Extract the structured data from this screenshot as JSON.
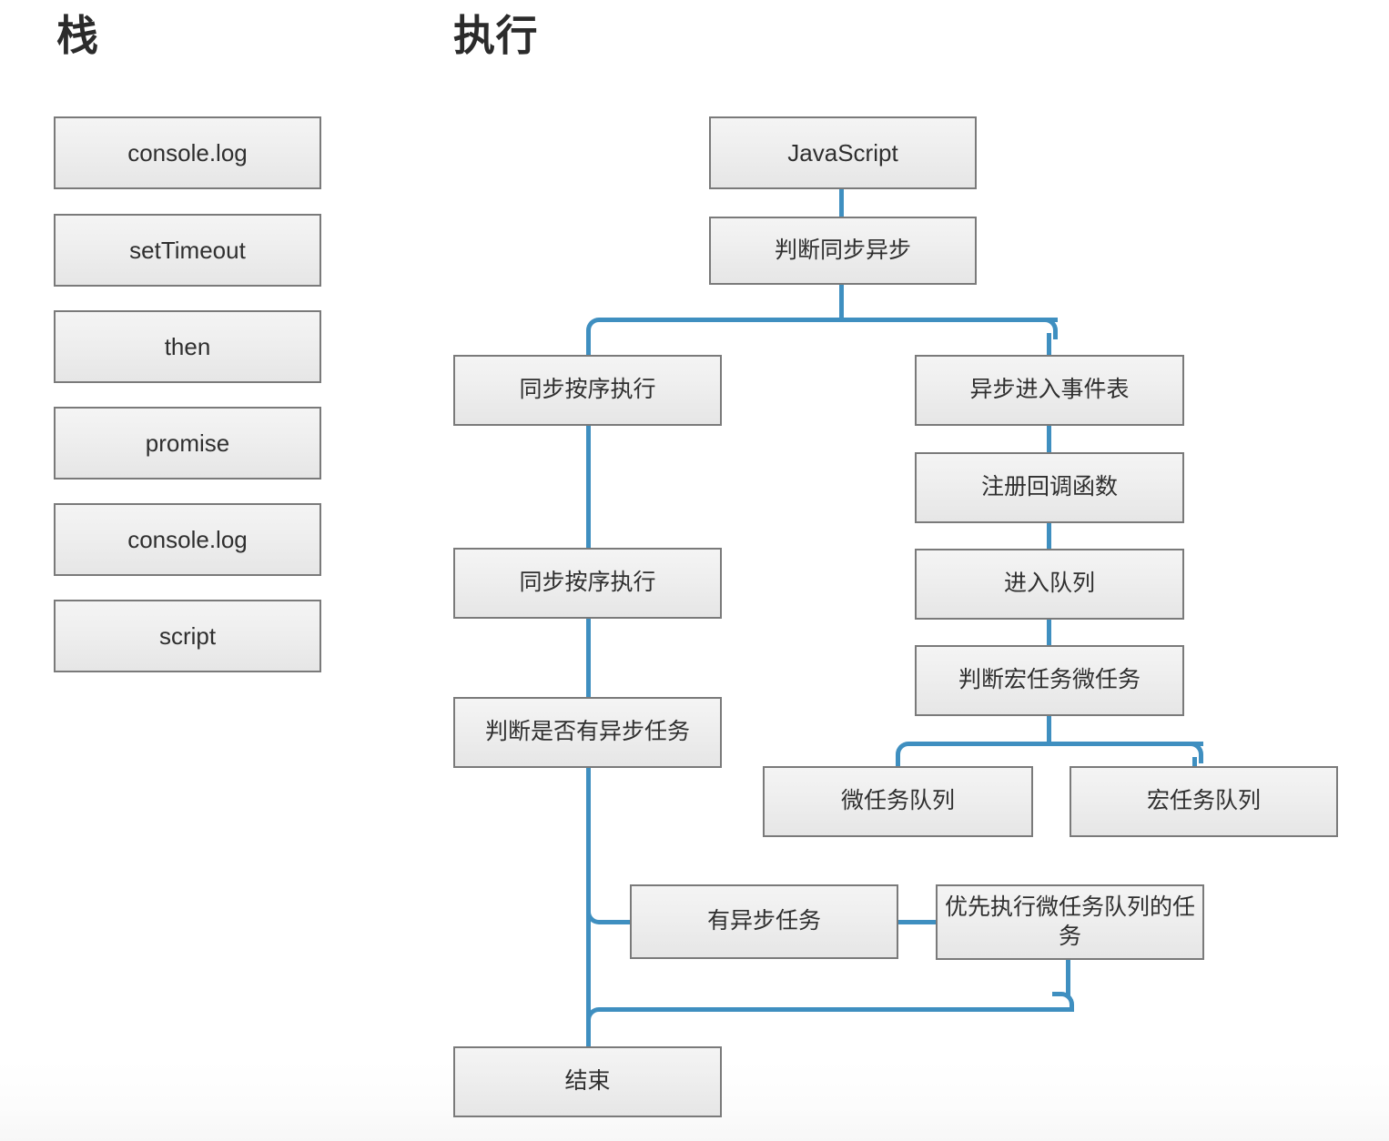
{
  "headings": {
    "stack": "栈",
    "execution": "执行"
  },
  "colors": {
    "connector": "#3f8fc0",
    "box_border": "#7a7a7a",
    "box_fill_top": "#f4f4f4",
    "box_fill_bottom": "#e6e6e6",
    "text": "#2f2f2f",
    "heading": "#2b2b2b",
    "background": "#ffffff"
  },
  "stack": {
    "title": "栈",
    "items": [
      {
        "label": "console.log"
      },
      {
        "label": "setTimeout"
      },
      {
        "label": "then"
      },
      {
        "label": "promise"
      },
      {
        "label": "console.log"
      },
      {
        "label": "script"
      }
    ]
  },
  "flowchart": {
    "title": "执行",
    "nodes": [
      {
        "id": "javascript",
        "label": "JavaScript"
      },
      {
        "id": "judge-sync",
        "label": "判断同步异步"
      },
      {
        "id": "sync-exec-1",
        "label": "同步按序执行"
      },
      {
        "id": "async-event",
        "label": "异步进入事件表"
      },
      {
        "id": "register-cb",
        "label": "注册回调函数"
      },
      {
        "id": "sync-exec-2",
        "label": "同步按序执行"
      },
      {
        "id": "enter-queue",
        "label": "进入队列"
      },
      {
        "id": "judge-task-type",
        "label": "判断宏任务微任务"
      },
      {
        "id": "judge-async",
        "label": "判断是否有异步任务"
      },
      {
        "id": "micro-queue",
        "label": "微任务队列"
      },
      {
        "id": "macro-queue",
        "label": "宏任务队列"
      },
      {
        "id": "has-async",
        "label": "有异步任务"
      },
      {
        "id": "run-micro-first",
        "label": "优先执行微任务队列的任务"
      },
      {
        "id": "end",
        "label": "结束"
      }
    ],
    "edges": [
      {
        "from": "javascript",
        "to": "judge-sync"
      },
      {
        "from": "judge-sync",
        "to": "sync-exec-1"
      },
      {
        "from": "judge-sync",
        "to": "async-event"
      },
      {
        "from": "sync-exec-1",
        "to": "sync-exec-2"
      },
      {
        "from": "sync-exec-2",
        "to": "judge-async"
      },
      {
        "from": "async-event",
        "to": "register-cb"
      },
      {
        "from": "register-cb",
        "to": "enter-queue"
      },
      {
        "from": "enter-queue",
        "to": "judge-task-type"
      },
      {
        "from": "judge-task-type",
        "to": "micro-queue"
      },
      {
        "from": "judge-task-type",
        "to": "macro-queue"
      },
      {
        "from": "judge-async",
        "to": "has-async"
      },
      {
        "from": "has-async",
        "to": "run-micro-first"
      },
      {
        "from": "run-micro-first",
        "to": "end"
      },
      {
        "from": "judge-async",
        "to": "end"
      }
    ]
  }
}
